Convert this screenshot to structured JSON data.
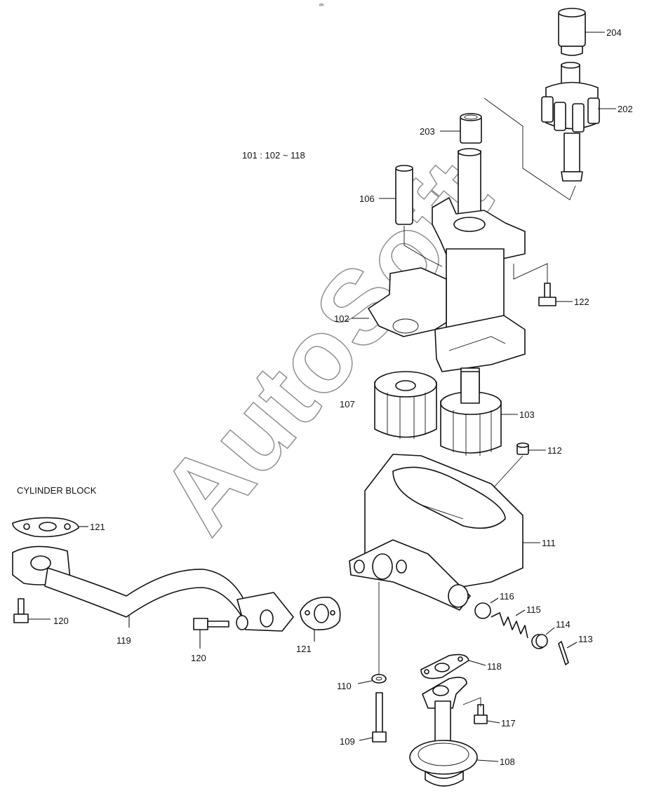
{
  "diagram": {
    "reference_note": "101 : 102 ~ 118",
    "cylinder_block_label": "CYLINDER BLOCK",
    "watermark": "AutoSoft",
    "top_mark": "ᵈᵐ",
    "callouts": [
      {
        "key": "c204",
        "label": "204"
      },
      {
        "key": "c202",
        "label": "202"
      },
      {
        "key": "c203",
        "label": "203"
      },
      {
        "key": "c106",
        "label": "106"
      },
      {
        "key": "c122",
        "label": "122"
      },
      {
        "key": "c102",
        "label": "102"
      },
      {
        "key": "c107",
        "label": "107"
      },
      {
        "key": "c103",
        "label": "103"
      },
      {
        "key": "c112",
        "label": "112"
      },
      {
        "key": "c121a",
        "label": "121"
      },
      {
        "key": "c111",
        "label": "111"
      },
      {
        "key": "c116",
        "label": "116"
      },
      {
        "key": "c115",
        "label": "115"
      },
      {
        "key": "c120a",
        "label": "120"
      },
      {
        "key": "c119",
        "label": "119"
      },
      {
        "key": "c114",
        "label": "114"
      },
      {
        "key": "c113",
        "label": "113"
      },
      {
        "key": "c120b",
        "label": "120"
      },
      {
        "key": "c121b",
        "label": "121"
      },
      {
        "key": "c118",
        "label": "118"
      },
      {
        "key": "c110",
        "label": "110"
      },
      {
        "key": "c117",
        "label": "117"
      },
      {
        "key": "c109",
        "label": "109"
      },
      {
        "key": "c108",
        "label": "108"
      }
    ]
  }
}
